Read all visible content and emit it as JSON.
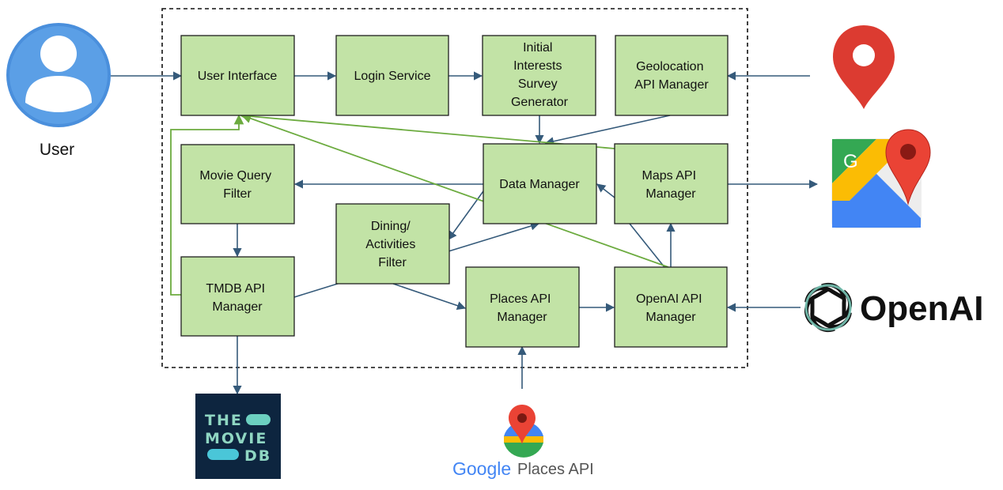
{
  "user": {
    "label": "User"
  },
  "nodes": {
    "user_interface": [
      "User Interface"
    ],
    "login_service": [
      "Login Service"
    ],
    "initial_interests": [
      "Initial",
      "Interests",
      "Survey",
      "Generator"
    ],
    "geolocation": [
      "Geolocation",
      "API Manager"
    ],
    "movie_query": [
      "Movie Query",
      "Filter"
    ],
    "data_manager": [
      "Data Manager"
    ],
    "maps_api": [
      "Maps API",
      "Manager"
    ],
    "dining": [
      "Dining/",
      "Activities",
      "Filter"
    ],
    "tmdb_api": [
      "TMDB API",
      "Manager"
    ],
    "places_api": [
      "Places API",
      "Manager"
    ],
    "openai_api": [
      "OpenAI API",
      "Manager"
    ]
  },
  "external": {
    "openai_word": "OpenAI",
    "tmdb_logo_lines": [
      "THE",
      "MOVIE",
      "DB"
    ],
    "google_word": "Google",
    "places_api_word": "Places API",
    "google_maps_letter": "G"
  },
  "icons": [
    "user-avatar-icon",
    "location-pin-icon",
    "google-maps-icon",
    "openai-logo-icon",
    "tmdb-logo-icon",
    "google-places-icon"
  ],
  "colors": {
    "node_fill": "#c2e3a6",
    "edge_blue": "#355a7a",
    "edge_green": "#6cab3f",
    "pin_red": "#dc3b31",
    "tmdb_bg": "#0d253f"
  }
}
